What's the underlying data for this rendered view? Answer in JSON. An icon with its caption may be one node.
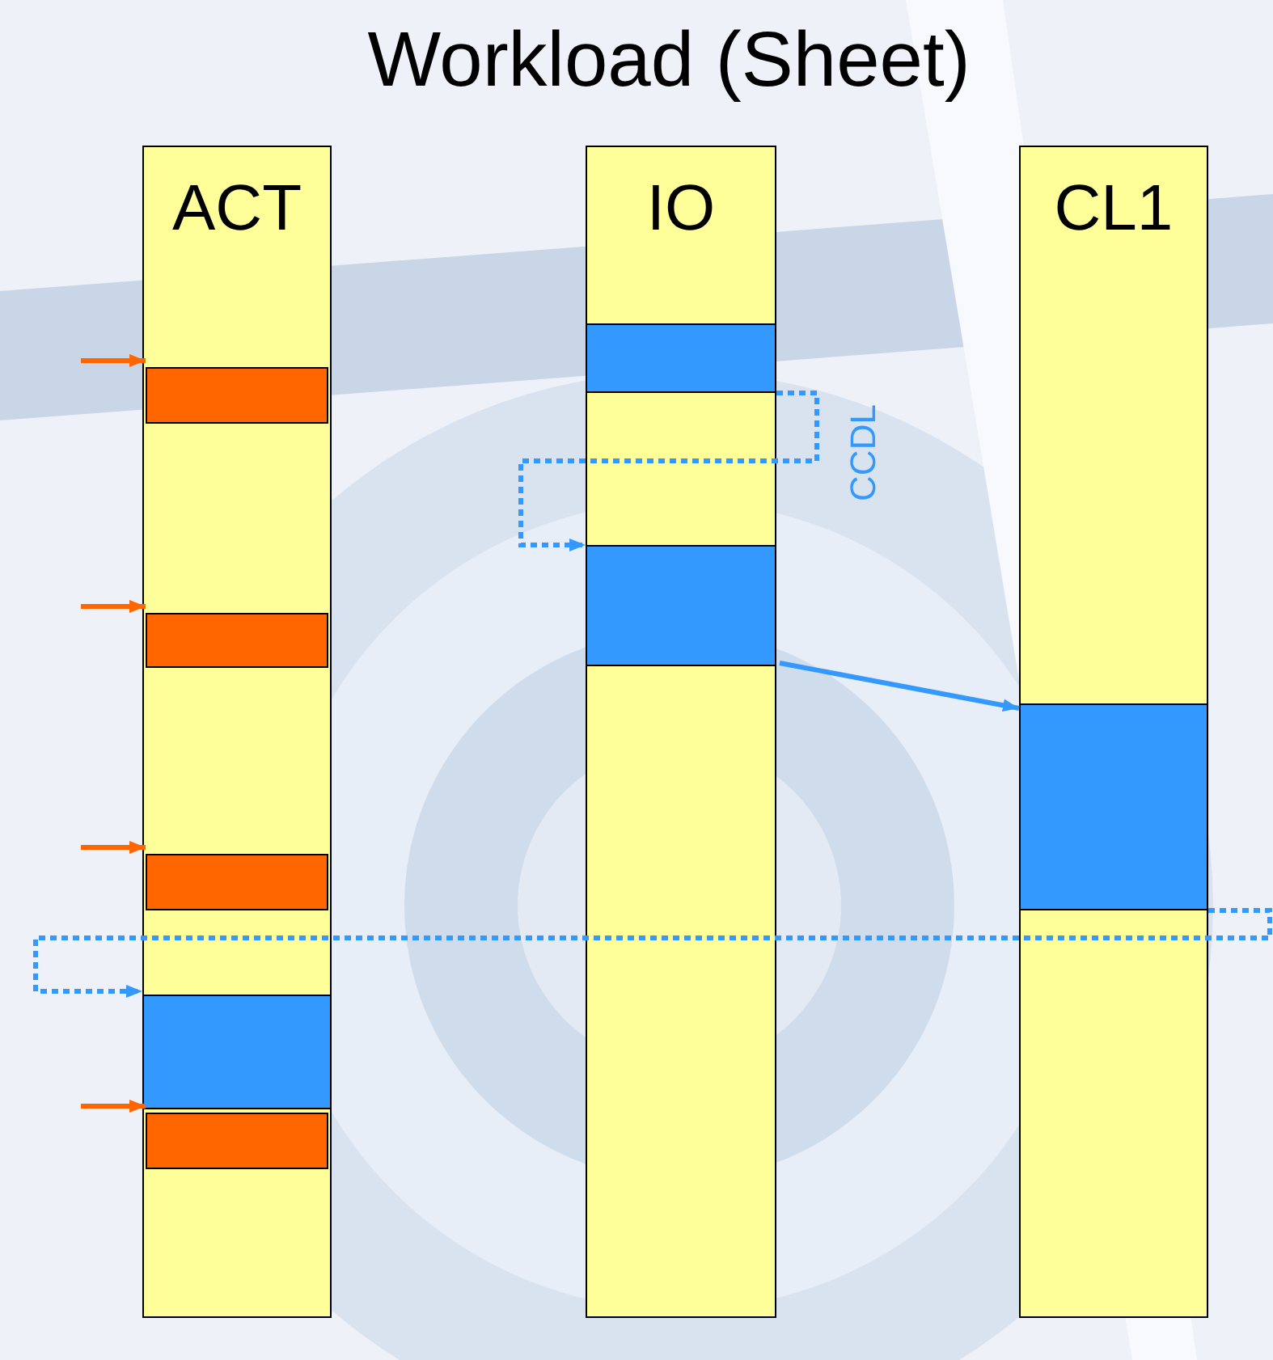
{
  "diagram": {
    "title": "Workload (Sheet)",
    "nodes": [
      {
        "text": [
          "ACT"
        ]
      },
      {
        "text": [
          "IO"
        ]
      },
      {
        "text": [
          "CL1"
        ]
      },
      {
        "text": [],
        "shape": "box",
        "in": 0
      },
      {
        "text": [],
        "shape": "box",
        "in": 0
      },
      {
        "text": [],
        "shape": "box",
        "in": 0
      },
      {
        "text": [],
        "shape": "box",
        "in": 0
      },
      {
        "text": [],
        "shape": "box",
        "in": 0
      },
      {
        "text": [],
        "shape": "box",
        "in": 1
      },
      {
        "text": [],
        "shape": "box",
        "in": 1
      },
      {
        "text": [],
        "shape": "box",
        "in": 2
      }
    ],
    "edges": [
      {
        "from": null,
        "to": 3,
        "arrow": "to",
        "color": "#ff6600"
      },
      {
        "from": null,
        "to": 4,
        "arrow": "to",
        "color": "#ff6600"
      },
      {
        "from": null,
        "to": 5,
        "arrow": "to",
        "color": "#ff6600"
      },
      {
        "from": null,
        "to": 7,
        "arrow": "to",
        "color": "#ff6600"
      },
      {
        "from": 8,
        "to": 9,
        "arrow": "to",
        "label": "CCDL",
        "style": "dashed",
        "color": "#3399ff"
      },
      {
        "from": 9,
        "to": 10,
        "arrow": "to",
        "color": "#3399ff"
      },
      {
        "from": 10,
        "to": 6,
        "arrow": "to",
        "style": "dashed",
        "color": "#3399ff"
      }
    ]
  }
}
